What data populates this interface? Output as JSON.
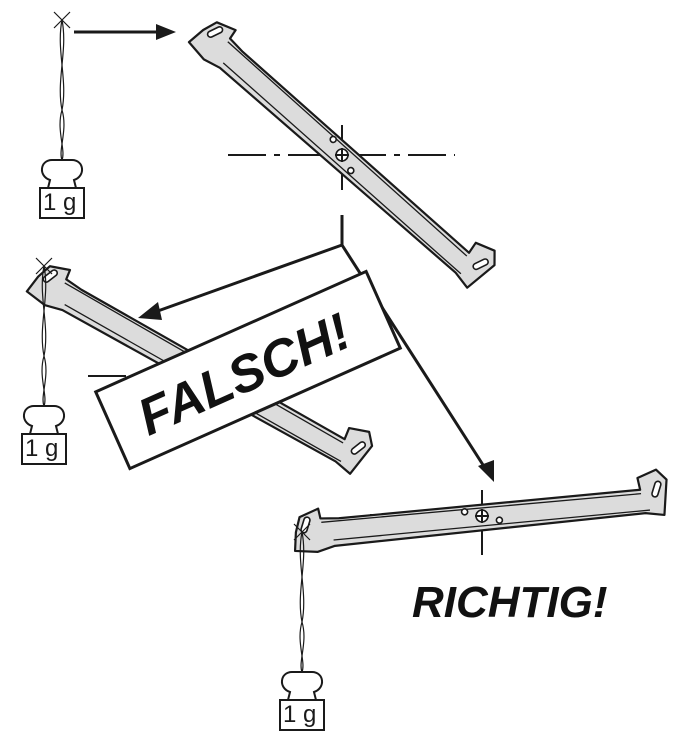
{
  "labels": {
    "wrong": "FALSCH!",
    "correct": "RICHTIG!",
    "weight": "1 g"
  },
  "colors": {
    "line": "#1a1a1a",
    "blade_fill": "#dcdcdc",
    "background": "#ffffff"
  },
  "icons": [
    "blade-icon",
    "weight-icon",
    "arrow-icon",
    "pivot-icon"
  ]
}
